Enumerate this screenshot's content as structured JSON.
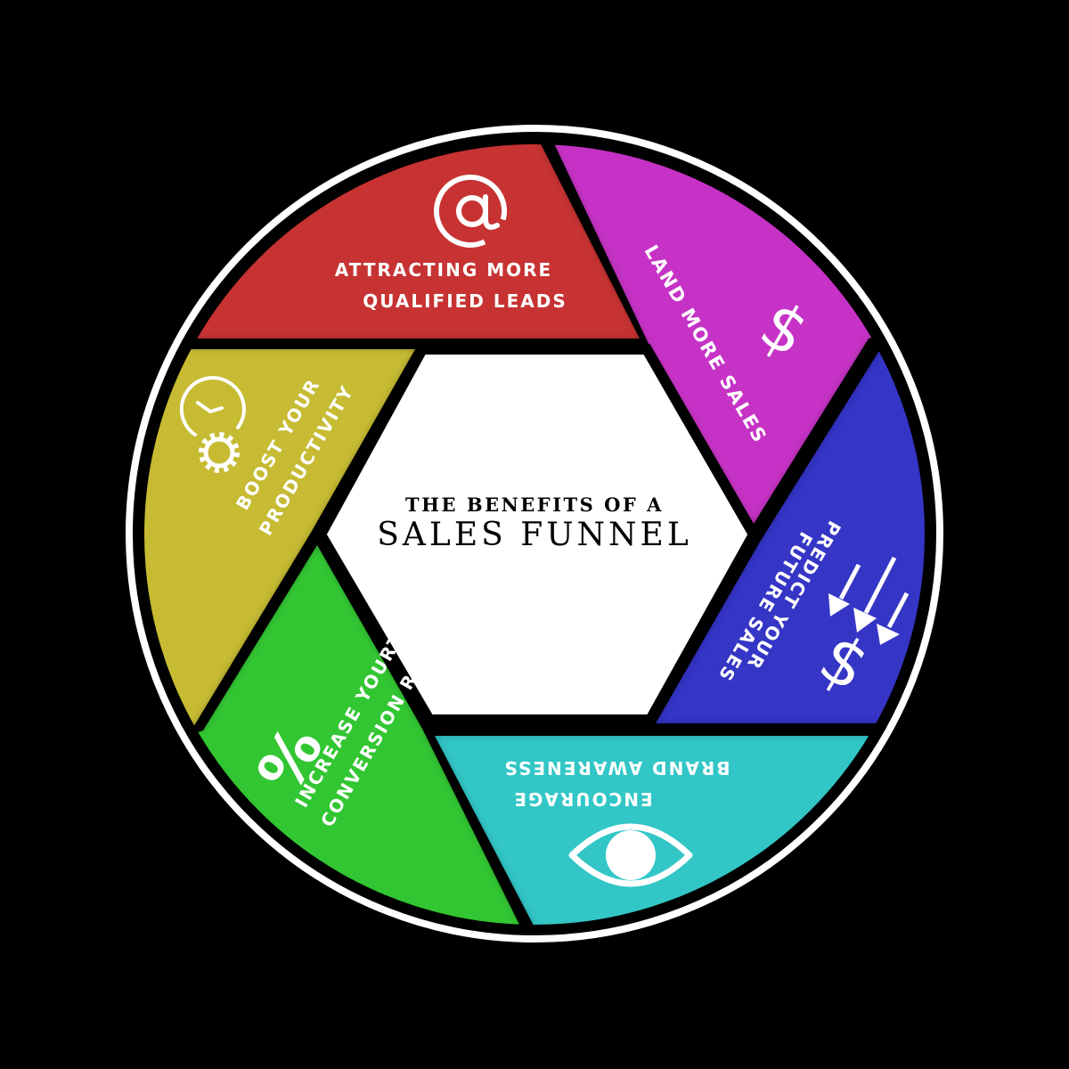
{
  "center": {
    "title_line1": "The Benefits Of A",
    "title_line2": "Sales Funnel",
    "title_line1_display": "THE BENEFITS OF A",
    "title_line2_display": "SALES FUNNEL"
  },
  "colors": {
    "background": "#000000",
    "ring": "#ffffff",
    "red": "#c73333",
    "purple": "#c633c6",
    "blue": "#3434c6",
    "cyan": "#33c6c6",
    "green": "#33c633",
    "olive": "#c6bb33",
    "hexagon": "#ffffff"
  },
  "segments": [
    {
      "id": "red",
      "label_line1": "Attracting More",
      "label_line2": "Qualified Leads",
      "display_line1": "ATTRACTING MORE",
      "display_line2": "QUALIFIED LEADS",
      "icon": "at-sign-icon",
      "color": "#c73333"
    },
    {
      "id": "purple",
      "label_line1": "Land More Sales",
      "label_line2": "",
      "display_line1": "LAND MORE SALES",
      "display_line2": "",
      "icon": "dollar-icon",
      "color": "#c633c6"
    },
    {
      "id": "blue",
      "label_line1": "Predict Your",
      "label_line2": "Future Sales",
      "display_line1": "PREDICT YOUR",
      "display_line2": "FUTURE SALES",
      "icon": "dollar-forecast-arrows-icon",
      "color": "#3434c6"
    },
    {
      "id": "cyan",
      "label_line1": "Encourage",
      "label_line2": "Brand Awareness",
      "display_line1": "ENCOURAGE",
      "display_line2": "BRAND AWARENESS",
      "icon": "eye-icon",
      "color": "#33c6c6"
    },
    {
      "id": "green",
      "label_line1": "Increase Your",
      "label_line2": "Conversion Rate",
      "display_line1": "INCREASE YOURT",
      "display_line2": "CONVERSION RATE",
      "icon": "percent-icon",
      "color": "#33c633"
    },
    {
      "id": "olive",
      "label_line1": "Boost Your",
      "label_line2": "Productivity",
      "display_line1": "BOOST YOUR",
      "display_line2": "PRODUCTIVITY",
      "icon": "clock-gear-icon",
      "color": "#c6bb33"
    }
  ]
}
